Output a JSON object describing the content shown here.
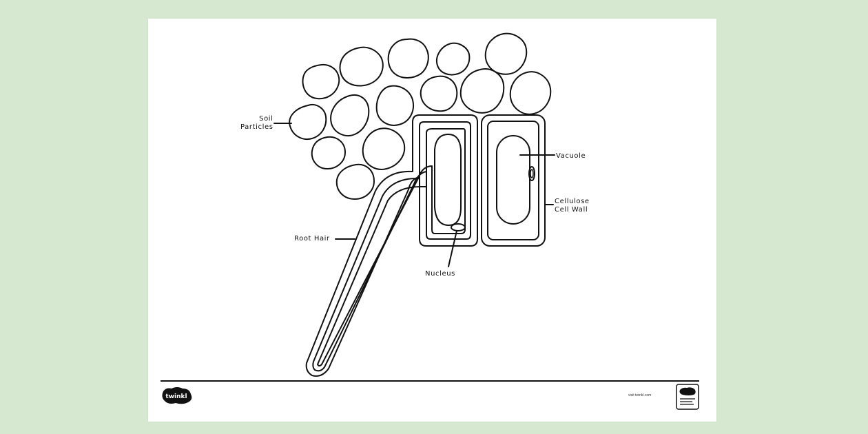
{
  "labels": {
    "soil_particles": [
      "Soil",
      "Particles"
    ],
    "vacuole": "Vacuole",
    "cell_wall": [
      "Cellulose",
      "Cell Wall"
    ],
    "root_hair": "Root Hair",
    "nucleus": "Nucleus"
  },
  "footer": {
    "brand": "twinkl",
    "url": "visit twinkl.com"
  },
  "colors": {
    "background": "#d6e8d0",
    "sheet": "#ffffff",
    "ink": "#111111"
  }
}
